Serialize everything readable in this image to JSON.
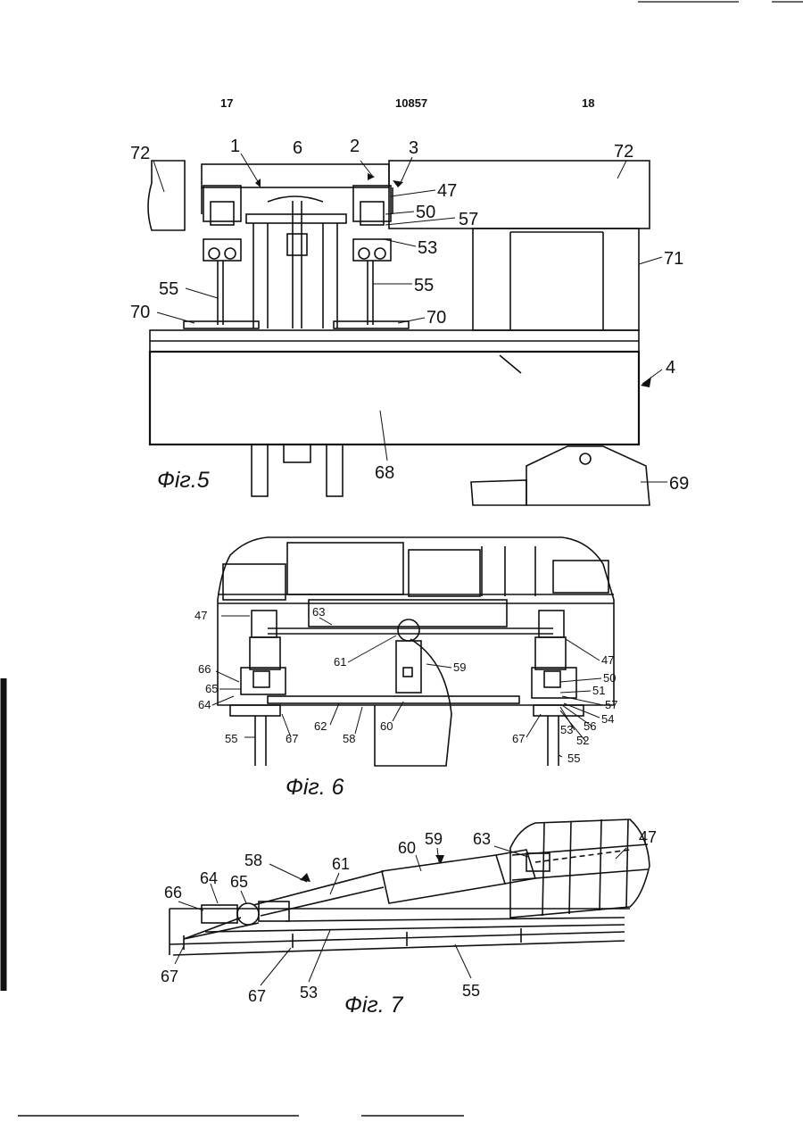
{
  "header": {
    "left_page": "17",
    "patent_no": "10857",
    "right_page": "18"
  },
  "fig5": {
    "caption": "Фіг.5",
    "labels": [
      "72",
      "1",
      "6",
      "2",
      "3",
      "72",
      "47",
      "50",
      "57",
      "53",
      "71",
      "55",
      "55",
      "70",
      "70",
      "4",
      "68",
      "69"
    ]
  },
  "fig6": {
    "caption": "Фіг. 6",
    "labels": [
      "47",
      "63",
      "47",
      "61",
      "59",
      "66",
      "65",
      "64",
      "50",
      "51",
      "57",
      "54",
      "56",
      "53",
      "52",
      "67",
      "62",
      "58",
      "60",
      "67",
      "55",
      "55"
    ]
  },
  "fig7": {
    "caption": "Фіг. 7",
    "labels": [
      "60",
      "59",
      "63",
      "47",
      "58",
      "61",
      "64",
      "66",
      "65",
      "67",
      "67",
      "53",
      "55"
    ]
  }
}
